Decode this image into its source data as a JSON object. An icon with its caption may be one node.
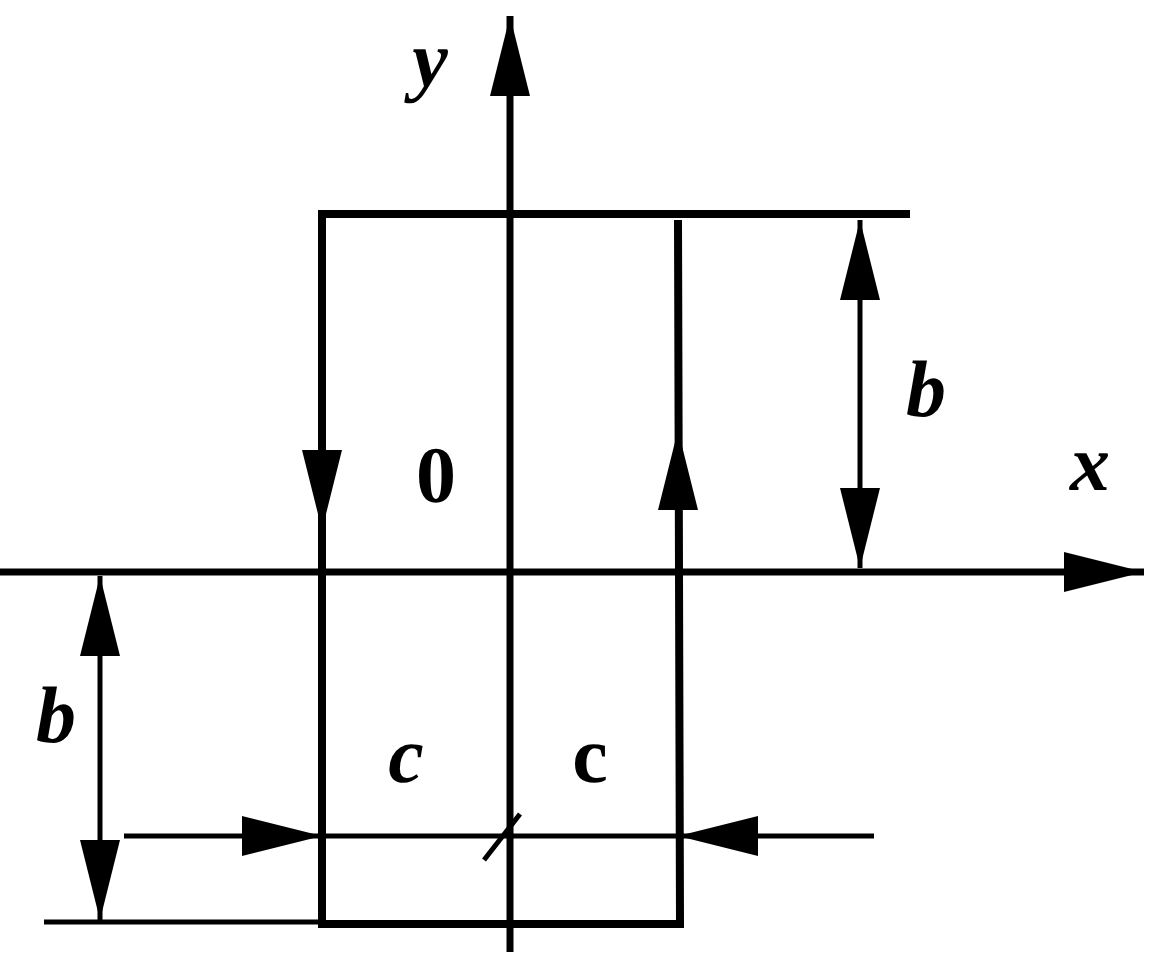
{
  "diagram": {
    "labels": [
      "y",
      "x",
      "0",
      "b",
      "b",
      "c",
      "c"
    ]
  }
}
